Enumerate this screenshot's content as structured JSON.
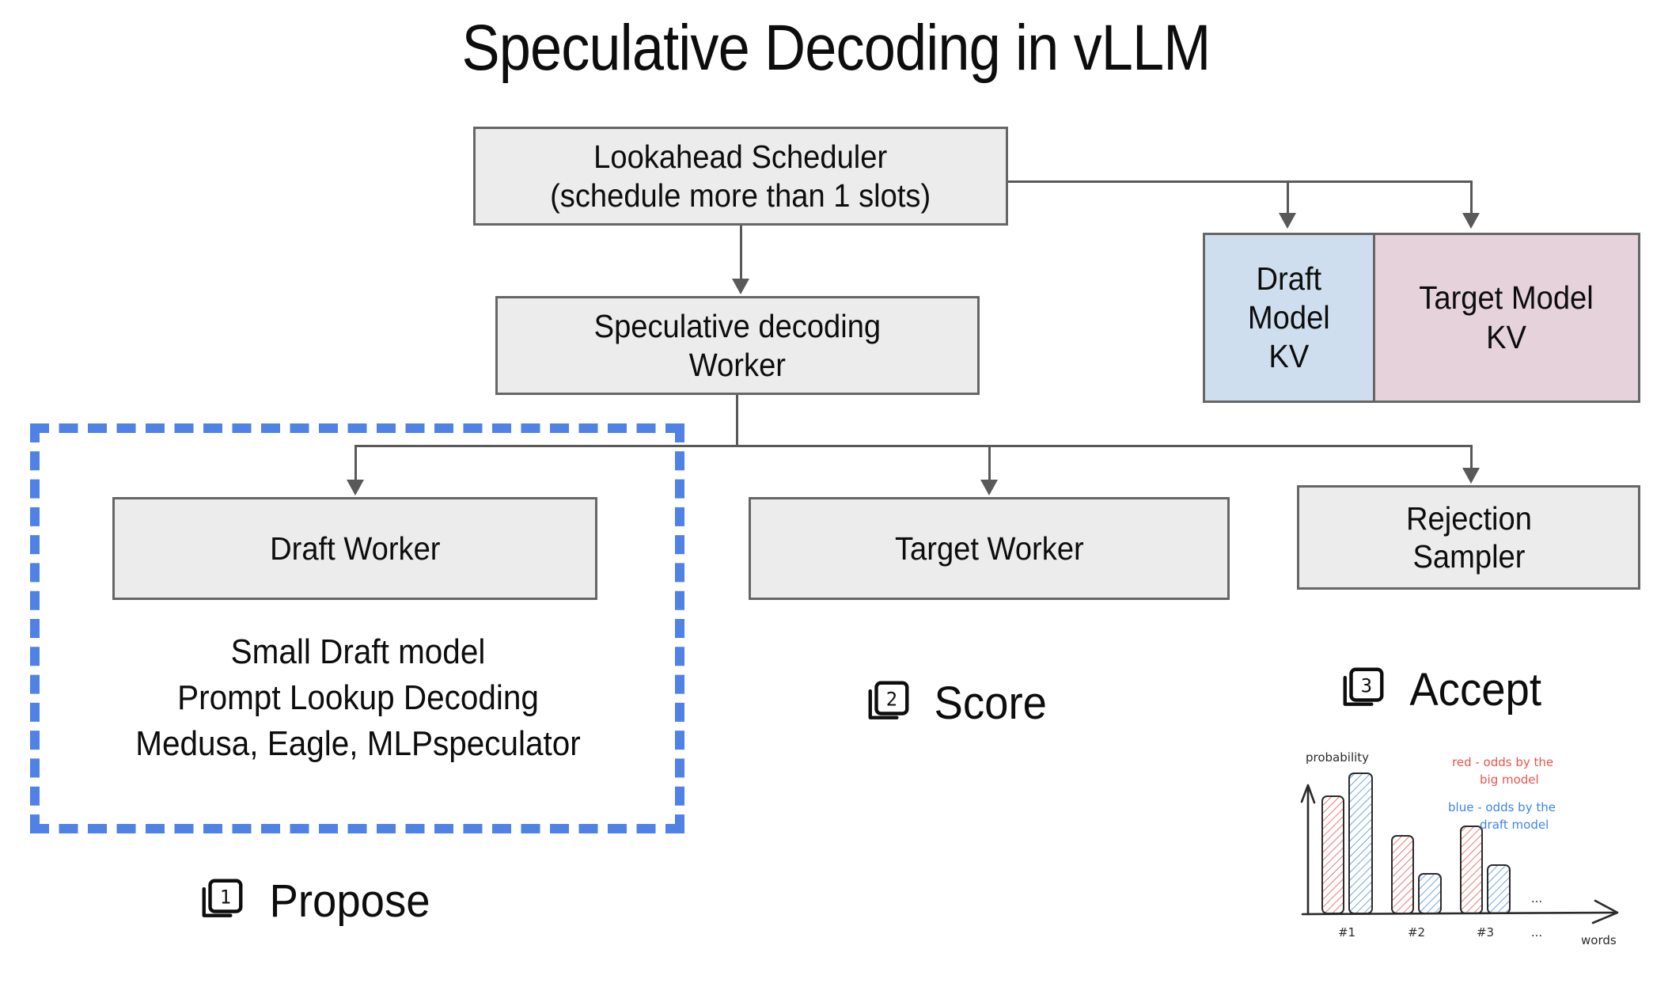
{
  "title": "Speculative Decoding in vLLM",
  "nodes": {
    "scheduler": {
      "line1": "Lookahead Scheduler",
      "line2": "(schedule more than 1 slots)"
    },
    "spec_worker": {
      "line1": "Speculative decoding",
      "line2": "Worker"
    },
    "draft_worker": {
      "line1": "Draft Worker"
    },
    "target_worker": {
      "line1": "Target Worker"
    },
    "rejection_sampler": {
      "line1": "Rejection",
      "line2": "Sampler"
    }
  },
  "kv": {
    "draft": {
      "line1": "Draft",
      "line2": "Model",
      "line3": "KV",
      "color": "#cfdeee"
    },
    "target": {
      "line1": "Target Model",
      "line2": "KV",
      "color": "#e5d2da"
    }
  },
  "draft_details": {
    "line1": "Small Draft model",
    "line2": "Prompt Lookup Decoding",
    "line3": "Medusa, Eagle, MLPspeculator"
  },
  "highlight": {
    "border_color": "#4f82e4"
  },
  "steps": [
    {
      "number": "1",
      "label": "Propose"
    },
    {
      "number": "2",
      "label": "Score"
    },
    {
      "number": "3",
      "label": "Accept"
    }
  ],
  "chart_data": {
    "type": "bar",
    "title": "",
    "xlabel": "words",
    "ylabel": "probability",
    "categories": [
      "#1",
      "#2",
      "#3",
      "..."
    ],
    "ylim": [
      0,
      1
    ],
    "grid": false,
    "legend_position": "top-right",
    "series": [
      {
        "name": "red - odds by the big model",
        "color": "#e8554d",
        "values": [
          0.78,
          0.52,
          0.58,
          null
        ]
      },
      {
        "name": "blue - odds by the draft model",
        "color": "#3d85e8",
        "values": [
          0.92,
          0.25,
          0.32,
          null
        ]
      }
    ],
    "annotations": [
      "...",
      "..."
    ],
    "legend": [
      {
        "text_line1": "red - odds by the",
        "text_line2": "big model",
        "color": "#e8554d"
      },
      {
        "text_line1": "blue - odds by the",
        "text_line2": "draft model",
        "color": "#3d85e8"
      }
    ]
  }
}
